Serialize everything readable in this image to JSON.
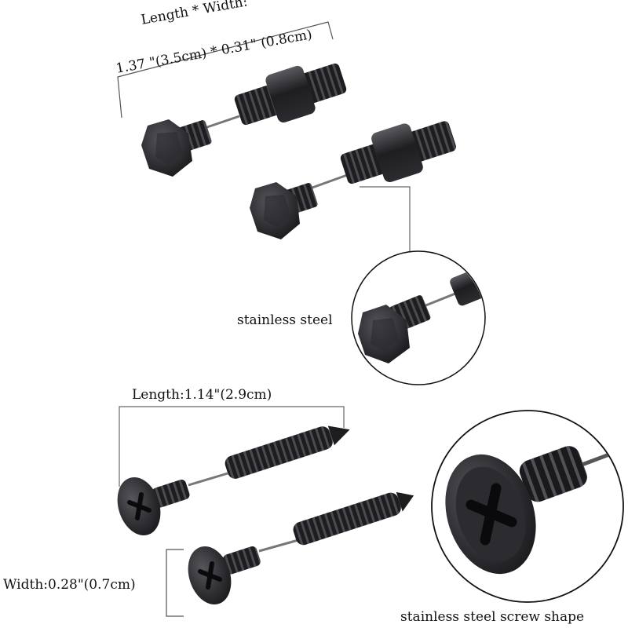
{
  "labels": {
    "bolt_dimension_title": "Length * Width:",
    "bolt_dimension_value": "1.37 \"(3.5cm) * 0.31\" (0.8cm)",
    "bolt_material": "stainless steel",
    "screw_length": "Length:1.14\"(2.9cm)",
    "screw_width": "Width:0.28\"(0.7cm)",
    "screw_material": "stainless steel screw shape"
  },
  "colors": {
    "metal_dark": "#1c1c1e",
    "metal_mid": "#3a3a3e",
    "metal_light": "#6a6a70",
    "line": "#555555"
  }
}
